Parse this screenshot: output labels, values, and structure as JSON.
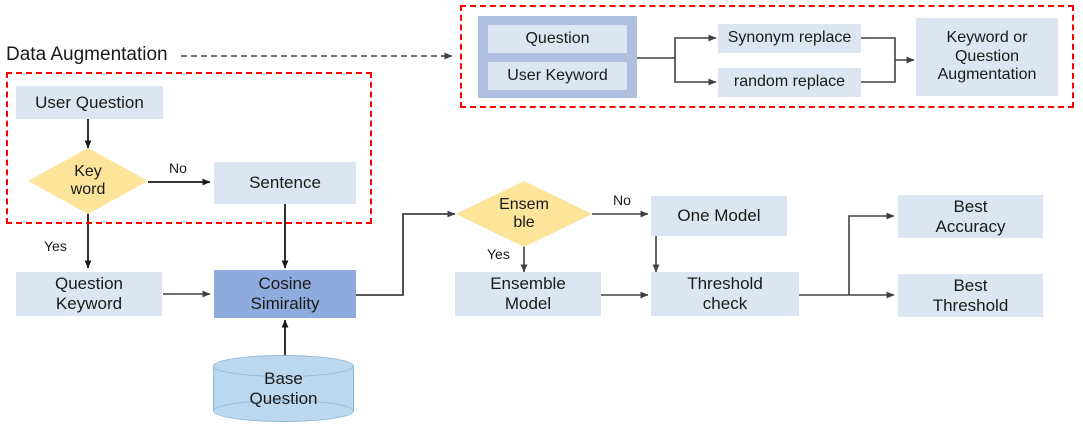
{
  "diagram": {
    "title": "Data Augmentation",
    "nodes": {
      "user_question": "User Question",
      "key_word": "Key\nword",
      "sentence": "Sentence",
      "question_keyword": "Question\nKeyword",
      "cosine_similarity": "Cosine\nSimirality",
      "base_question": "Base\nQuestion",
      "ensemble": "Ensem\nble",
      "one_model": "One Model",
      "ensemble_model": "Ensemble\nModel",
      "threshold_check": "Threshold\ncheck",
      "best_accuracy": "Best\nAccuracy",
      "best_threshold": "Best\nThreshold",
      "aug_question": "Question",
      "aug_user_keyword": "User Keyword",
      "synonym_replace": "Synonym replace",
      "random_replace": "random replace",
      "keyword_or_question_augmentation": "Keyword or\nQuestion\nAugmentation"
    },
    "edge_labels": {
      "keyword_no": "No",
      "keyword_yes": "Yes",
      "ensemble_no": "No",
      "ensemble_yes": "Yes"
    },
    "colors": {
      "light_blue": "#dce6f2",
      "mid_blue": "#8faadc",
      "panel_blue": "#aebfe0",
      "cylinder_blue": "#bcd8ee",
      "diamond_yellow": "#fce49b",
      "red_dashed": "#ff0000",
      "connector": "#404040",
      "text": "#1a1a1a"
    }
  }
}
